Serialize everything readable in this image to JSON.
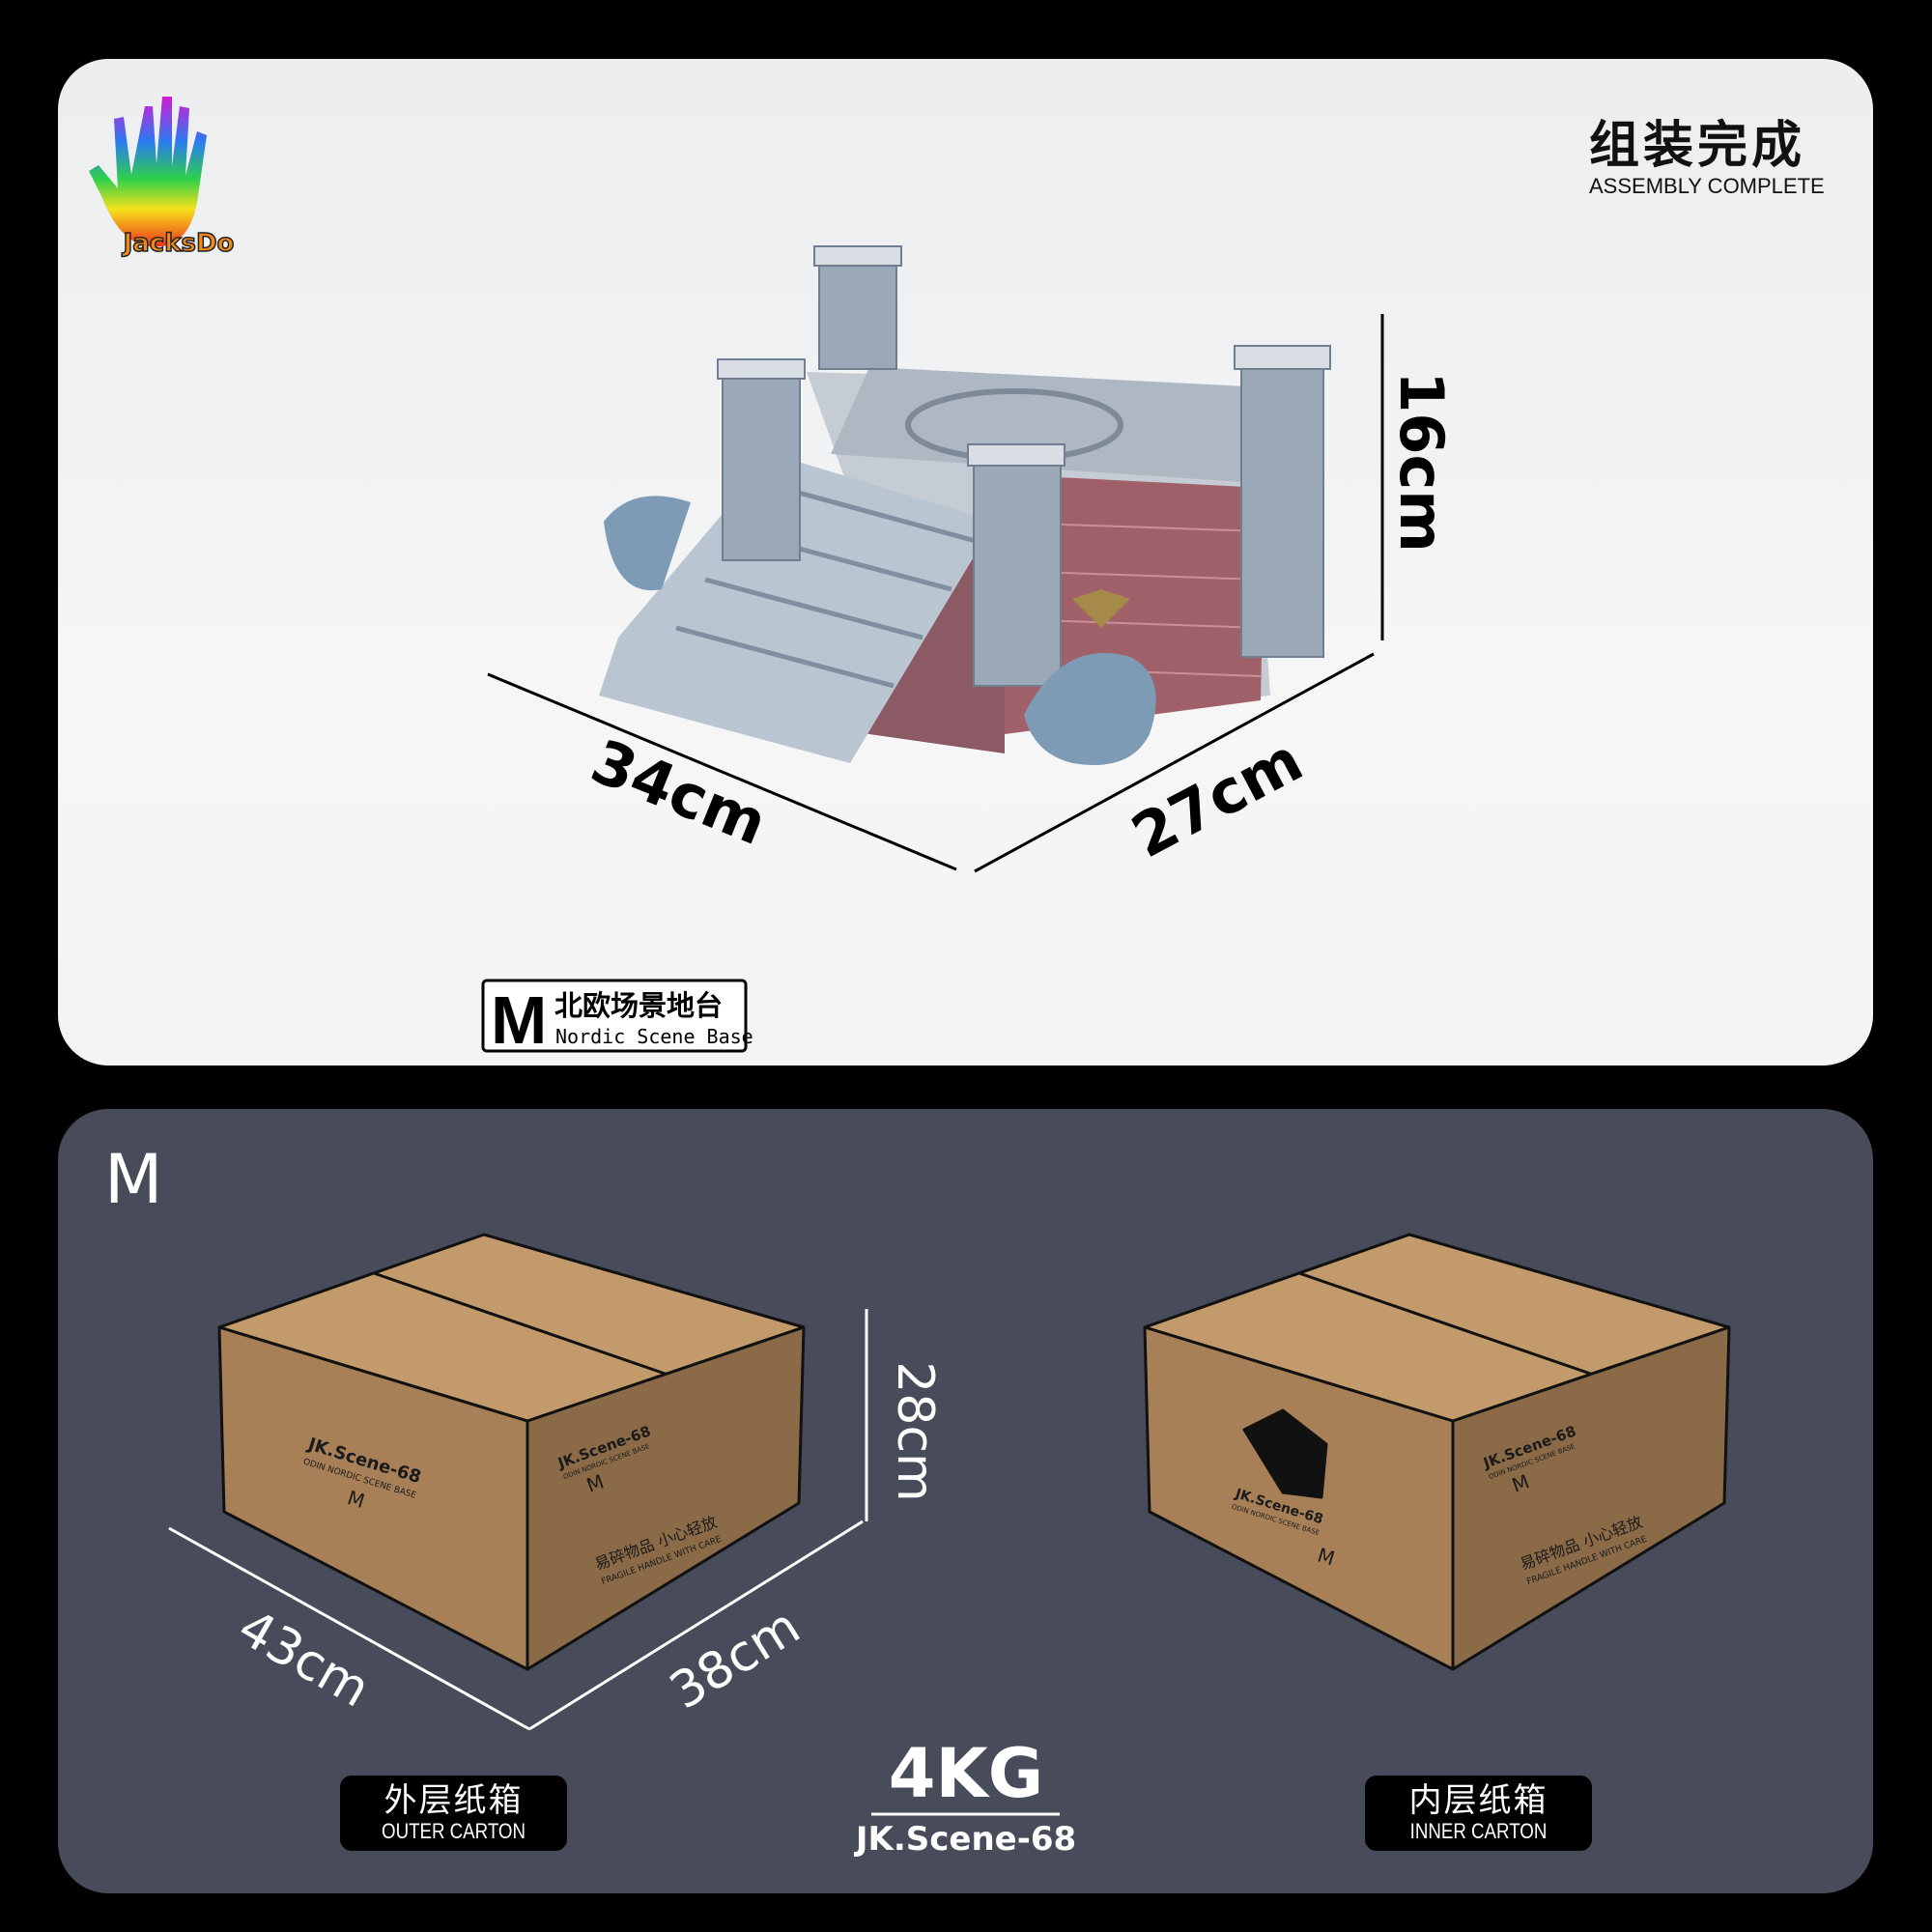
{
  "brand": {
    "logo_text": "JacksDo"
  },
  "header": {
    "title_cn": "组装完成",
    "title_en": "ASSEMBLY COMPLETE"
  },
  "product_dims": {
    "height": "16cm",
    "length": "34cm",
    "width": "27cm"
  },
  "badge": {
    "size": "M",
    "title_cn": "北欧场景地台",
    "title_en": "Nordic Scene Base"
  },
  "package": {
    "size_label": "M",
    "carton_dims": {
      "length": "43cm",
      "width": "38cm",
      "height": "28cm"
    },
    "weight": "4KG",
    "model": "JK.Scene-68",
    "outer": {
      "cn": "外层纸箱",
      "en": "OUTER CARTON"
    },
    "inner": {
      "cn": "内层纸箱",
      "en": "INNER CARTON"
    },
    "box_print": {
      "brand": "JK.Scene-68",
      "sub": "ODIN NORDIC SCENE BASE",
      "size": "M",
      "fragile_cn": "易碎物品  小心轻放",
      "fragile_en": "FRAGILE HANDLE WITH CARE"
    }
  },
  "colors": {
    "panel_dark": "#484b59",
    "carton": "#c39a6b",
    "carton_side": "#a47d54"
  }
}
